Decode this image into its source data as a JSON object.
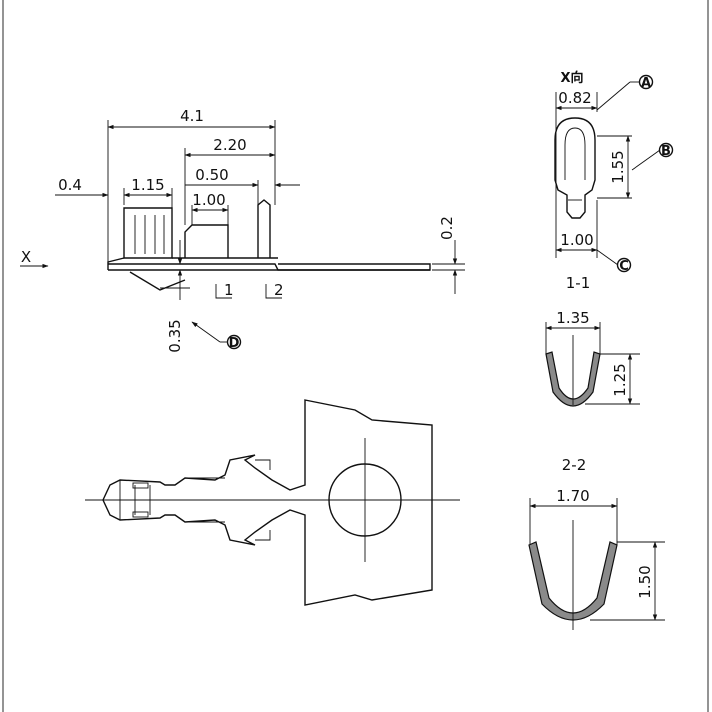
{
  "side_view": {
    "dims": {
      "overall": "4.1",
      "insulation_to_end": "2.20",
      "tab_width": "0.50",
      "slot": "1.00",
      "front": "0.4",
      "box": "1.15",
      "thickness": "0.2",
      "drop": "0.35"
    },
    "axis_label": "X",
    "section_marks": [
      "1",
      "2"
    ],
    "callout_d": "D"
  },
  "x_view": {
    "title": "X向",
    "dims": {
      "width": "0.82",
      "height": "1.55",
      "base": "1.00"
    },
    "callouts": [
      "A",
      "B",
      "C"
    ],
    "section_label": "1-1"
  },
  "section_1": {
    "width": "1.35",
    "height": "1.25"
  },
  "section_2": {
    "label": "2-2",
    "width": "1.70",
    "height": "1.50"
  }
}
